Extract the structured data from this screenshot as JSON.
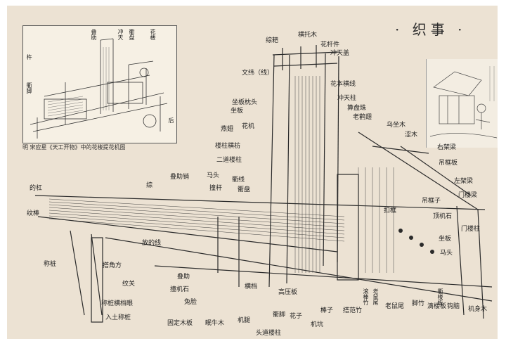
{
  "title": "· 织事 ·",
  "inset_caption": "明  宋应星《天工开物》中的花楼提花机图",
  "inset_labels": [
    "杵",
    "衢脚",
    "叠助",
    "冲天",
    "衢盘",
    "花楼",
    "后"
  ],
  "labels_h": [
    {
      "text": "综耙"
    },
    {
      "text": "横托木"
    },
    {
      "text": "花杆件"
    },
    {
      "text": "冲天盖"
    },
    {
      "text": "文纬（线）"
    },
    {
      "text": "花本横线"
    },
    {
      "text": "冲天柱"
    },
    {
      "text": "坐板枕头"
    },
    {
      "text": "坐板"
    },
    {
      "text": "算盘珠"
    },
    {
      "text": "老鹳翅"
    },
    {
      "text": "燕翅"
    },
    {
      "text": "花机"
    },
    {
      "text": "乌坐木"
    },
    {
      "text": "涩木"
    },
    {
      "text": "楼柱横枋"
    },
    {
      "text": "二道楼柱"
    },
    {
      "text": "右架梁"
    },
    {
      "text": "吊框板"
    },
    {
      "text": "叠助销"
    },
    {
      "text": "马头"
    },
    {
      "text": "衢线"
    },
    {
      "text": "撞杆"
    },
    {
      "text": "衢盘"
    },
    {
      "text": "左架梁"
    },
    {
      "text": "门楼梁"
    },
    {
      "text": "综"
    },
    {
      "text": "的杠"
    },
    {
      "text": "吊框子"
    },
    {
      "text": "扣框"
    },
    {
      "text": "顶机石"
    },
    {
      "text": "纹棒"
    },
    {
      "text": "门楼柱"
    },
    {
      "text": "坐板"
    },
    {
      "text": "放的线"
    },
    {
      "text": "马头"
    },
    {
      "text": "称桩"
    },
    {
      "text": "搭角方"
    },
    {
      "text": "叠助"
    },
    {
      "text": "纹关"
    },
    {
      "text": "撞机石"
    },
    {
      "text": "横档"
    },
    {
      "text": "兔脸"
    },
    {
      "text": "称桩横档眼"
    },
    {
      "text": "入土称桩"
    },
    {
      "text": "固定木板"
    },
    {
      "text": "眠牛木"
    },
    {
      "text": "机腿"
    },
    {
      "text": "衢脚"
    },
    {
      "text": "高压板"
    },
    {
      "text": "花子"
    },
    {
      "text": "机坑"
    },
    {
      "text": "头道楼柱"
    },
    {
      "text": "棒子"
    },
    {
      "text": "搭范竹"
    },
    {
      "text": "老鼠尾"
    },
    {
      "text": "脚竹"
    },
    {
      "text": "滴楼板"
    },
    {
      "text": "钩脑"
    },
    {
      "text": "机身木"
    }
  ],
  "labels_v": [
    "滚棒竹",
    "老鼠尾",
    "衢楼板"
  ],
  "colors": {
    "paper": "#ece2d3",
    "ink": "#2a2a2a",
    "frame": "#ffffff"
  }
}
